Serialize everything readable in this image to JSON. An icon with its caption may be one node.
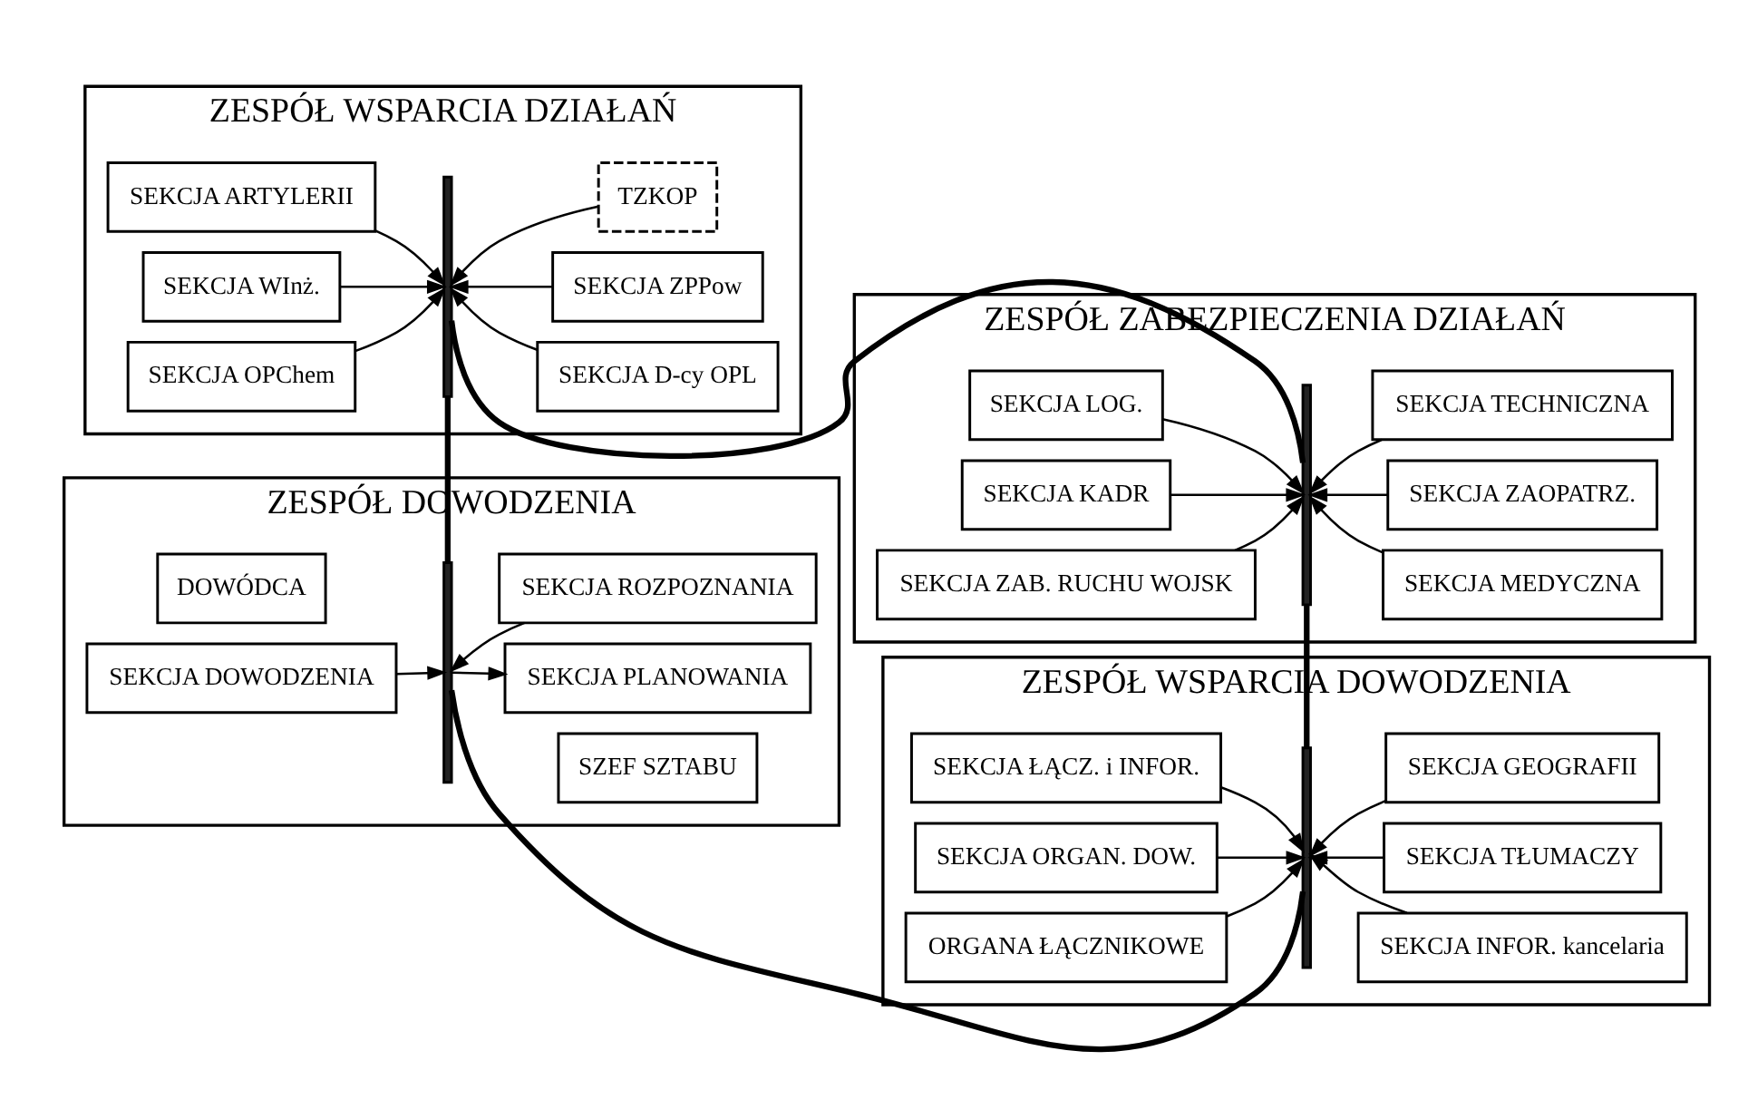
{
  "diagram": {
    "nodes": [
      {
        "text": [
          "ZESPÓŁ DOWODZENIA"
        ]
      },
      {
        "text": [
          "DOWÓDCA"
        ],
        "in": 0
      },
      {
        "text": [
          "SEKCJA DOWODZENIA"
        ],
        "in": 0
      },
      {
        "text": [
          "SZEF SZTABU"
        ],
        "in": 0
      },
      {
        "text": [
          "SEKCJA PLANOWANIA"
        ],
        "in": 0
      },
      {
        "text": [
          "SEKCJA ROZPOZNANIA"
        ],
        "in": 0
      },
      {
        "text": [],
        "shape": "bar",
        "in": 0
      },
      {
        "text": [
          "ZESPÓŁ WSPARCIA DOWODZENIA"
        ]
      },
      {
        "text": [],
        "shape": "bar",
        "in": 7
      },
      {
        "text": [
          "SEKCJA ŁĄCZ. i INFOR."
        ],
        "in": 7
      },
      {
        "text": [
          "SEKCJA INFOR. kancelaria"
        ],
        "in": 7
      },
      {
        "text": [
          "SEKCJA ORGAN. DOW."
        ],
        "in": 7
      },
      {
        "text": [
          "SEKCJA TŁUMACZY"
        ],
        "in": 7
      },
      {
        "text": [
          "ORGANA ŁĄCZNIKOWE"
        ],
        "in": 7
      },
      {
        "text": [
          "SEKCJA GEOGRAFII"
        ],
        "in": 7
      },
      {
        "text": [
          "ZESPÓŁ WSPARCIA DZIAŁAŃ"
        ]
      },
      {
        "text": [
          "SEKCJA ARTYLERII"
        ],
        "in": 15
      },
      {
        "text": [],
        "shape": "bar",
        "in": 15
      },
      {
        "text": [
          "SEKCJA D-cy OPL"
        ],
        "in": 15
      },
      {
        "text": [
          "SEKCJA WInż."
        ],
        "in": 15
      },
      {
        "text": [
          "SEKCJA ZPPow"
        ],
        "in": 15
      },
      {
        "text": [
          "SEKCJA OPChem"
        ],
        "in": 15
      },
      {
        "text": [
          "TZKOP"
        ],
        "in": 15
      },
      {
        "text": [
          "ZESPÓŁ ZABEZPIECZENIA DZIAŁAŃ"
        ]
      },
      {
        "text": [
          "SEKCJA LOG."
        ],
        "in": 23
      },
      {
        "text": [],
        "shape": "bar",
        "in": 23
      },
      {
        "text": [
          "SEKCJA MEDYCZNA"
        ],
        "in": 23
      },
      {
        "text": [
          "SEKCJA KADR"
        ],
        "in": 23
      },
      {
        "text": [
          "SEKCJA ZAOPATRZ."
        ],
        "in": 23
      },
      {
        "text": [
          "SEKCJA ZAB. RUCHU WOJSK"
        ],
        "in": 23
      },
      {
        "text": [
          "SEKCJA TECHNICZNA"
        ],
        "in": 23
      }
    ],
    "edges": [
      {
        "from": 2,
        "to": 6,
        "arrow": "to"
      },
      {
        "from": 6,
        "to": 4,
        "arrow": "to"
      },
      {
        "from": 5,
        "to": 6,
        "arrow": "to"
      },
      {
        "from": 9,
        "to": 8,
        "arrow": "to"
      },
      {
        "from": 10,
        "to": 8,
        "arrow": "to"
      },
      {
        "from": 11,
        "to": 8,
        "arrow": "to"
      },
      {
        "from": 12,
        "to": 8,
        "arrow": "to"
      },
      {
        "from": 13,
        "to": 8,
        "arrow": "to"
      },
      {
        "from": 14,
        "to": 8,
        "arrow": "to"
      },
      {
        "from": 16,
        "to": 17,
        "arrow": "to"
      },
      {
        "from": 18,
        "to": 17,
        "arrow": "to"
      },
      {
        "from": 19,
        "to": 17,
        "arrow": "to"
      },
      {
        "from": 20,
        "to": 17,
        "arrow": "to"
      },
      {
        "from": 21,
        "to": 17,
        "arrow": "to"
      },
      {
        "from": 22,
        "to": 17,
        "arrow": "to"
      },
      {
        "from": 24,
        "to": 25,
        "arrow": "to"
      },
      {
        "from": 26,
        "to": 25,
        "arrow": "to"
      },
      {
        "from": 27,
        "to": 25,
        "arrow": "to"
      },
      {
        "from": 28,
        "to": 25,
        "arrow": "to"
      },
      {
        "from": 29,
        "to": 25,
        "arrow": "to"
      },
      {
        "from": 30,
        "to": 25,
        "arrow": "to"
      },
      {
        "from": 6,
        "to": 8,
        "arrow": "none",
        "style": "thick"
      },
      {
        "from": 6,
        "to": 17,
        "arrow": "none",
        "style": "thick"
      },
      {
        "from": 8,
        "to": 25,
        "arrow": "none",
        "style": "thick"
      },
      {
        "from": 17,
        "to": 25,
        "arrow": "none",
        "style": "thick"
      }
    ]
  }
}
